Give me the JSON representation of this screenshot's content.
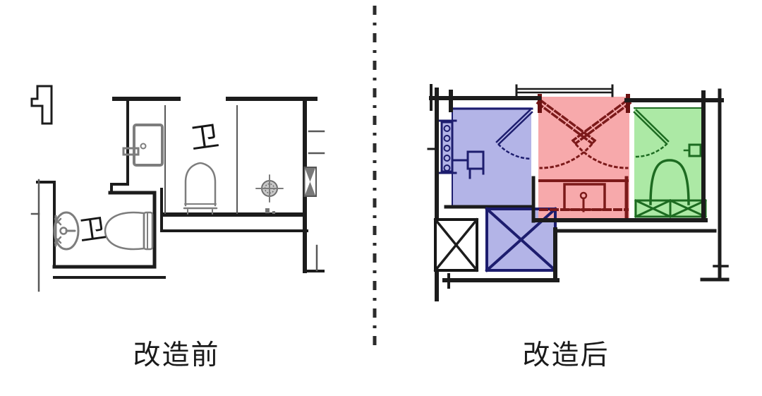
{
  "page": {
    "background": "#ffffff"
  },
  "divider": {
    "color": "#2b2b2b",
    "style": "dash-dot-vertical"
  },
  "before": {
    "label": "改造前",
    "annotations": [
      {
        "text": "卫"
      },
      {
        "text": "卫"
      }
    ],
    "fixture_icons": [
      "washing-machine-icon",
      "toilet-icon",
      "floor-drain-icon",
      "pipe-shaft-icon",
      "wash-basin-icon",
      "toilet-icon"
    ]
  },
  "after": {
    "label": "改造后",
    "zones": [
      {
        "name": "blue-zone",
        "fill": "#b3b4e7",
        "line": "#1d1d6e"
      },
      {
        "name": "red-zone",
        "fill": "#f7a9ab",
        "line": "#7c1a1a"
      },
      {
        "name": "green-zone",
        "fill": "#ace9a5",
        "line": "#1d6b21"
      }
    ],
    "fixture_icons": [
      "radiator-icon",
      "utility-sink-icon",
      "door-swing-icon",
      "vanity-basin-icon",
      "toilet-icon",
      "storage-shelf-icon",
      "shaft-cross-icon",
      "window-track-icon"
    ]
  }
}
